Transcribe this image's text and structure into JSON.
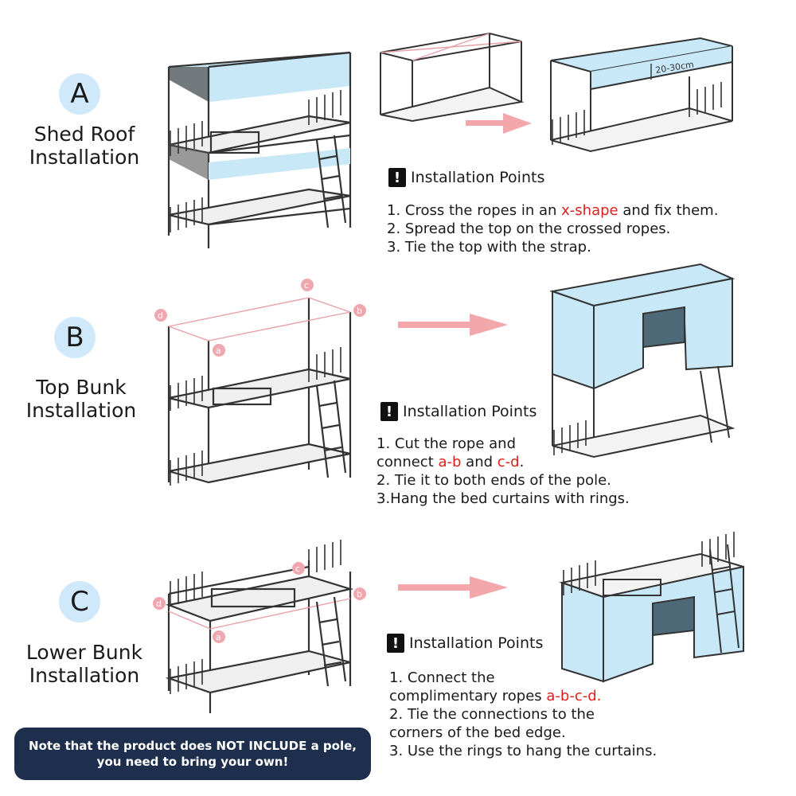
{
  "sections": [
    {
      "badge": "A",
      "title_line1": "Shed Roof",
      "title_line2": "Installation",
      "points_header": "Installation Points",
      "step1_a": "1. Cross the ropes in an ",
      "step1_red": "x-shape",
      "step1_b": " and fix them.",
      "step2": "2. Spread the top on the crossed ropes.",
      "step3": "3. Tie the top with the strap.",
      "measure": "20-30cm"
    },
    {
      "badge": "B",
      "title_line1": "Top Bunk",
      "title_line2": "Installation",
      "points_header": "Installation Points",
      "step1_line1": "1. Cut the rope and",
      "step1_line2_a": "connect ",
      "step1_red1": "a-b",
      "step1_and": " and ",
      "step1_red2": "c-d",
      "step1_end": ".",
      "step2": "2. Tie it to both ends of the pole.",
      "step3": "3.Hang the bed curtains with rings.",
      "corner_labels": [
        "a",
        "b",
        "c",
        "d"
      ]
    },
    {
      "badge": "C",
      "title_line1": "Lower Bunk",
      "title_line2": "Installation",
      "points_header": "Installation Points",
      "step1_line1": "1. Connect the",
      "step1_line2_a": "complimentary ropes ",
      "step1_red": "a-b-c-d.",
      "step2_line1": "2. Tie the connections to the",
      "step2_line2": "corners of the bed edge.",
      "step3": "3. Use the rings to hang the curtains.",
      "corner_labels": [
        "a",
        "b",
        "c",
        "d"
      ]
    }
  ],
  "note": {
    "line1": "Note that the product does NOT INCLUDE a pole,",
    "line2": "you need to bring your own!"
  },
  "colors": {
    "curtain": "#c8e8f8",
    "accent_red": "#e0201b",
    "arrow": "#f4a7ab",
    "badge": "#cfe8fa",
    "note_bg": "#1e2f4d"
  },
  "icons": [
    "warning-icon",
    "arrow-right-icon",
    "bunk-bed-icon"
  ]
}
